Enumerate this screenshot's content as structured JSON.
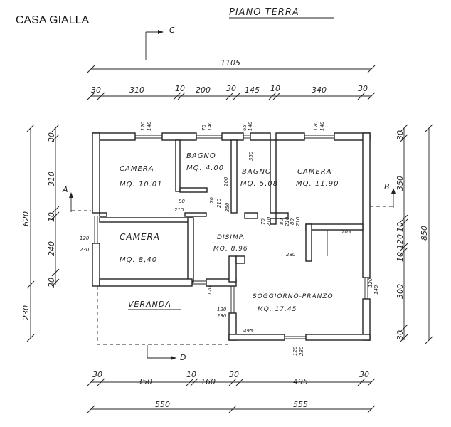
{
  "title": "CASA GIALLA",
  "floor": "PIANO TERRA",
  "section_marks": {
    "c": "C",
    "b": "B",
    "a": "A",
    "d": "D"
  },
  "dims_top": {
    "overall": "1105",
    "d1": "30",
    "d2": "310",
    "d3": "10",
    "d4": "200",
    "d5": "30",
    "d6": "145",
    "d7": "10",
    "d8": "340",
    "d9": "30"
  },
  "dims_bottom": {
    "d1": "30",
    "d2": "350",
    "d3": "10",
    "d4": "160",
    "d5": "30",
    "d6": "495",
    "d7": "30",
    "t1": "550",
    "t2": "555"
  },
  "dims_left": {
    "overall": "620",
    "h1": "30",
    "h2": "310",
    "h3": "10",
    "h4": "240",
    "h5": "30",
    "h6": "230"
  },
  "dims_right": {
    "overall": "850",
    "h1": "30",
    "h2": "350",
    "h3": "10",
    "h4": "120",
    "h5": "10",
    "h6": "300",
    "h7": "30"
  },
  "rooms": [
    {
      "name": "CAMERA",
      "area": "MQ. 10.01"
    },
    {
      "name": "BAGNO",
      "area": "MQ. 4.00"
    },
    {
      "name": "BAGNO",
      "area": "MQ. 5.08"
    },
    {
      "name": "CAMERA",
      "area": "MQ. 11.90"
    },
    {
      "name": "CAMERA",
      "area": "MQ. 8,40"
    },
    {
      "name": "DISIMP.",
      "area": "MQ. 8.96"
    },
    {
      "name": "VERANDA",
      "area": ""
    },
    {
      "name": "SOGGIORNO-PRANZO",
      "area": "MQ. 17,45"
    }
  ],
  "openings": {
    "w_top1_a": "120",
    "w_top1_b": "140",
    "w_top2_a": "70",
    "w_top2_b": "140",
    "w_top3_a": "65",
    "w_top3_b": "140",
    "w_top4_a": "120",
    "w_top4_b": "140",
    "w_left_a": "120",
    "w_left_b": "230",
    "w_right_a": "120",
    "w_right_b": "140",
    "w_bot_a": "120",
    "w_bot_b": "230",
    "w_ver_a": "120",
    "w_ver_b": "230",
    "d_bagno_w": "80",
    "d_bagno_h": "210",
    "d_bagno_h2": "200",
    "d_door1_w": "70",
    "d_door1_h": "210",
    "d_door2_w": "70",
    "d_door2_h": "210",
    "d_door3_w": "80",
    "d_door3_h": "210",
    "d_door4_w": "80",
    "d_door4_h": "210",
    "d_h350a": "350",
    "d_h350b": "350",
    "k_205": "205",
    "k_280": "280",
    "k_495": "495"
  }
}
